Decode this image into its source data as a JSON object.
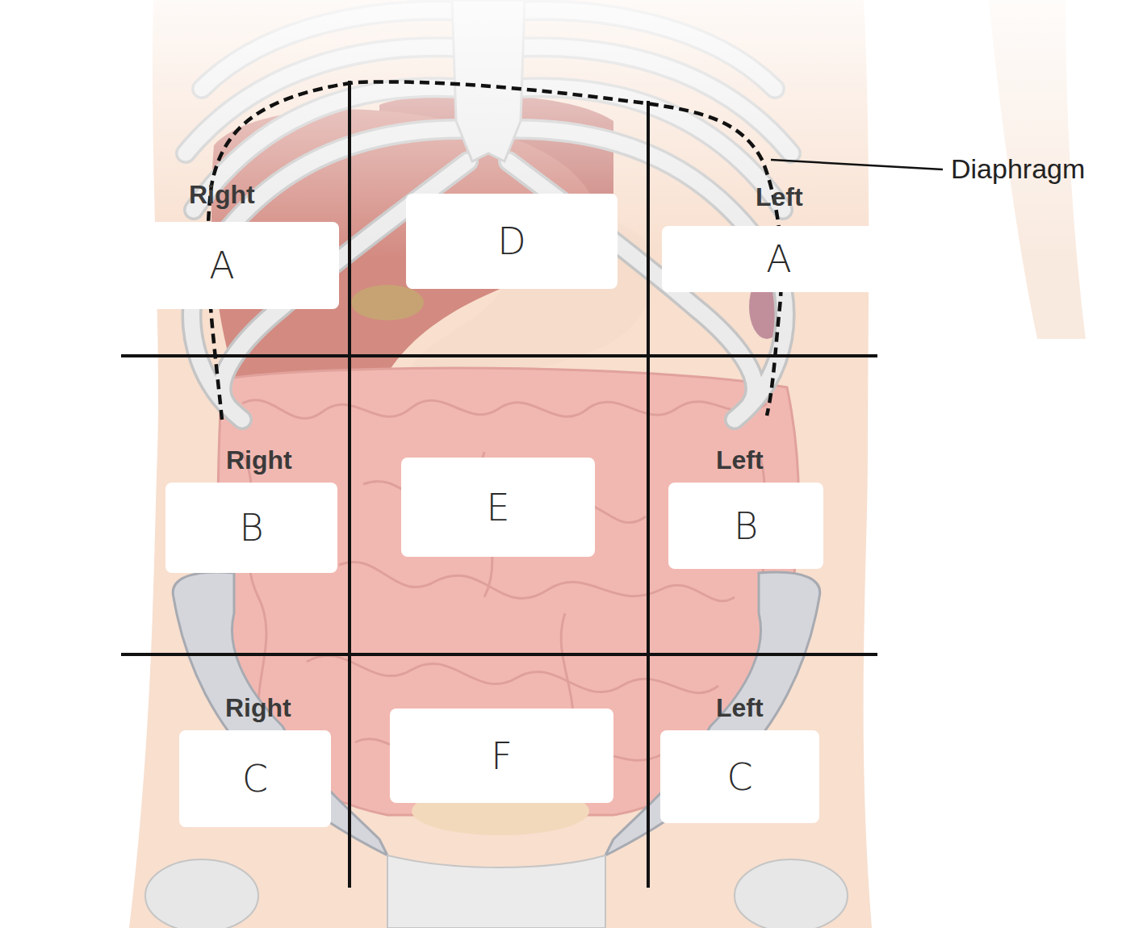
{
  "diagram": {
    "nodes": [
      {
        "text": [
          "Right",
          "A"
        ]
      },
      {
        "text": [
          "D"
        ]
      },
      {
        "text": [
          "Left",
          "A"
        ]
      },
      {
        "text": [
          "Right",
          "B"
        ]
      },
      {
        "text": [
          "E"
        ]
      },
      {
        "text": [
          "Left",
          "B"
        ]
      },
      {
        "text": [
          "Right",
          "C"
        ]
      },
      {
        "text": [
          "F"
        ]
      },
      {
        "text": [
          "Left",
          "C"
        ]
      }
    ],
    "labels": [
      "Diaphragm"
    ]
  }
}
